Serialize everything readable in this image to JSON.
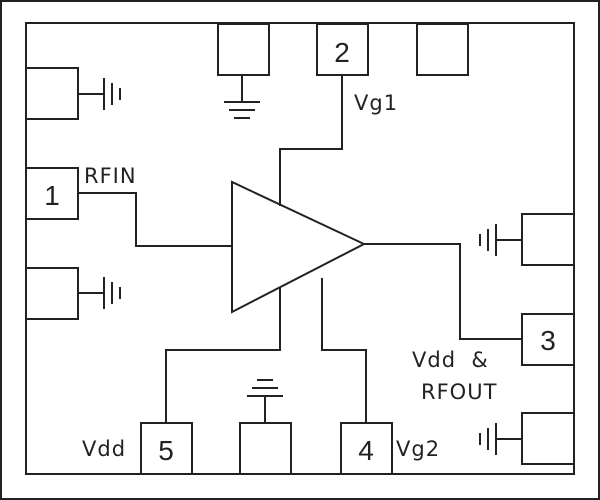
{
  "diagram": {
    "colors": {
      "line": "#222222",
      "background": "#ffffff"
    },
    "pins": {
      "p1": "1",
      "p2": "2",
      "p3": "3",
      "p4": "4",
      "p5": "5"
    },
    "labels": {
      "rfin": "RFIN",
      "vg1": "Vg1",
      "vdd_rfout_line1": "Vdd  &",
      "vdd_rfout_line2": "RFOUT",
      "vdd": "Vdd",
      "vg2": "Vg2"
    },
    "components": {
      "amplifier": "amplifier-triangle",
      "ground": "ground-symbol"
    }
  }
}
